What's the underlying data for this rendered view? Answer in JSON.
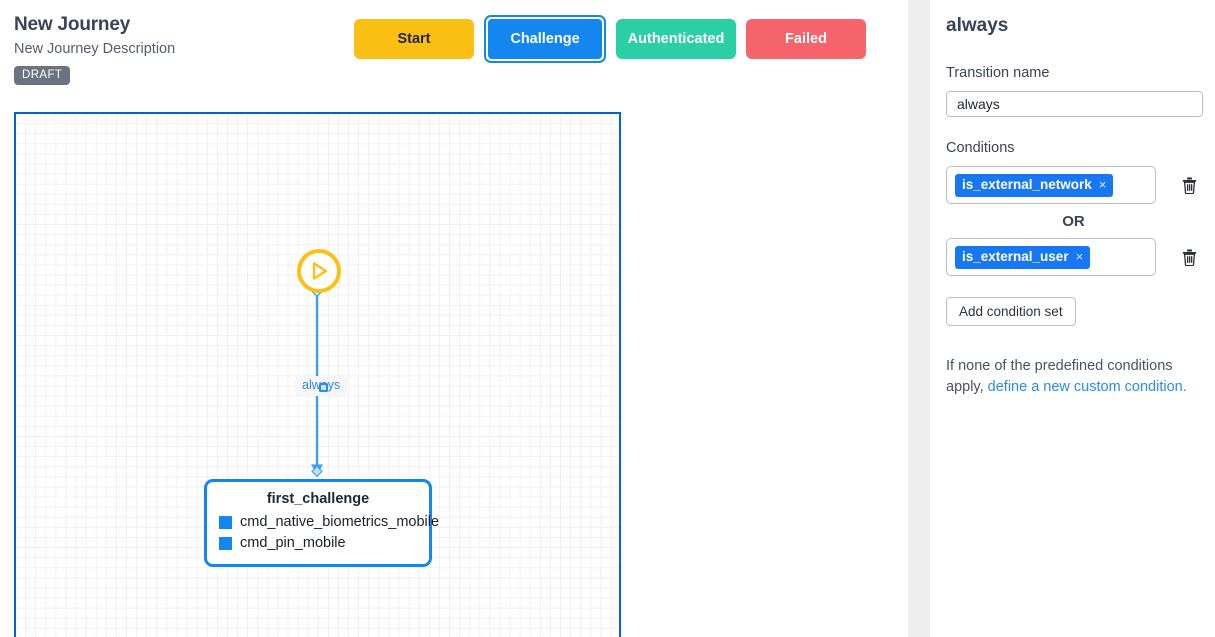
{
  "header": {
    "title": "New Journey",
    "description": "New Journey Description",
    "status_badge": "DRAFT"
  },
  "state_buttons": [
    {
      "label": "Start",
      "color": "#FCC014",
      "selected": false
    },
    {
      "label": "Challenge",
      "color": "#1486F0",
      "selected": true
    },
    {
      "label": "Authenticated",
      "color": "#2BCFA6",
      "selected": false
    },
    {
      "label": "Failed",
      "color": "#F5636B",
      "selected": false
    }
  ],
  "canvas": {
    "border_color": "#0064CE",
    "grid": true,
    "start_node": {
      "icon": "play-icon",
      "color": "#FCC014"
    },
    "edge": {
      "label": "always",
      "color": "#2a8CF0",
      "cursor_icon": "cursor-icon"
    },
    "node": {
      "title": "first_challenge",
      "border_color": "#1486F0",
      "rows": [
        {
          "swatch_color": "#1486F0",
          "label": "cmd_native_biometrics_mobile"
        },
        {
          "swatch_color": "#1486F0",
          "label": "cmd_pin_mobile"
        }
      ]
    }
  },
  "side_panel": {
    "title": "always",
    "transition_name_label": "Transition name",
    "transition_name_value": "always",
    "transition_name_placeholder": "Transition name",
    "conditions_label": "Conditions",
    "condition_sets": [
      {
        "chip": "is_external_network",
        "remove_glyph": "×",
        "delete_icon": "trash-icon"
      },
      {
        "chip": "is_external_user",
        "remove_glyph": "×",
        "delete_icon": "trash-icon"
      }
    ],
    "or_divider": "OR",
    "add_condition_set_label": "Add condition set",
    "hint_prefix": "If none of the predefined conditions apply, ",
    "hint_link": "define a new custom condition.",
    "chip_color": "#1877F2",
    "link_color": "#2a8CF0"
  }
}
